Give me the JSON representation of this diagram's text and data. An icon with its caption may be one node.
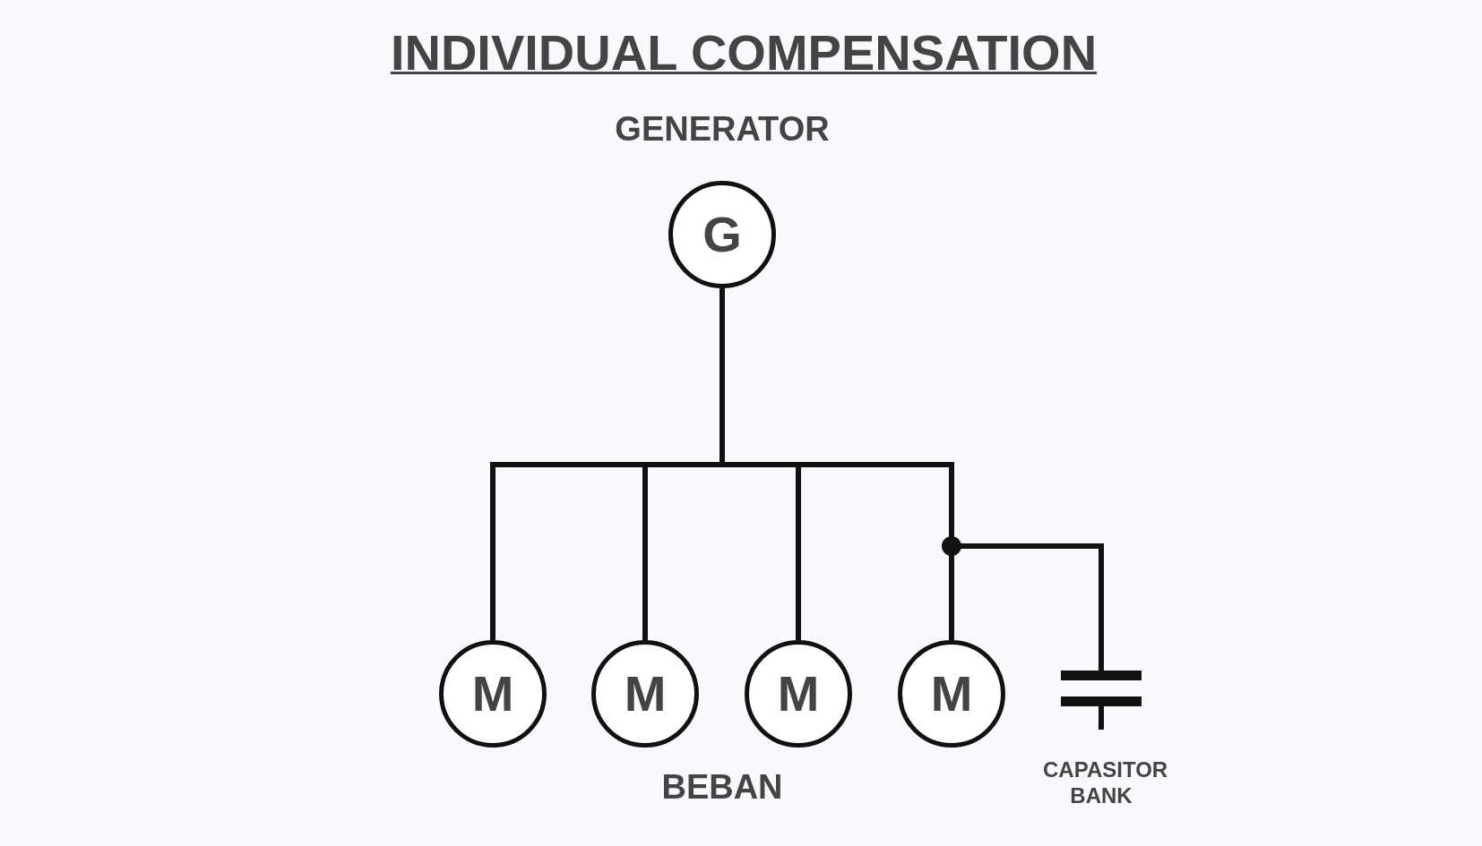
{
  "diagram": {
    "title": "INDIVIDUAL COMPENSATION",
    "nodes": [
      {
        "text": [
          "G"
        ],
        "beside": [
          "GENERATOR"
        ]
      },
      {
        "text": [
          "M"
        ]
      },
      {
        "text": [
          "M"
        ]
      },
      {
        "text": [
          "M"
        ]
      },
      {
        "text": [
          "M"
        ]
      },
      {
        "text": [],
        "shape": "capacitor",
        "beside": [
          "CAPASITOR BANK"
        ]
      }
    ],
    "edges": [
      {
        "from": 0,
        "to": 1,
        "arrow": "none"
      },
      {
        "from": 0,
        "to": 2,
        "arrow": "none"
      },
      {
        "from": 0,
        "to": 3,
        "arrow": "none"
      },
      {
        "from": 0,
        "to": 4,
        "arrow": "none"
      },
      {
        "from": 0,
        "to": 5,
        "arrow": "none"
      }
    ],
    "labels": [
      "BEBAN"
    ]
  }
}
